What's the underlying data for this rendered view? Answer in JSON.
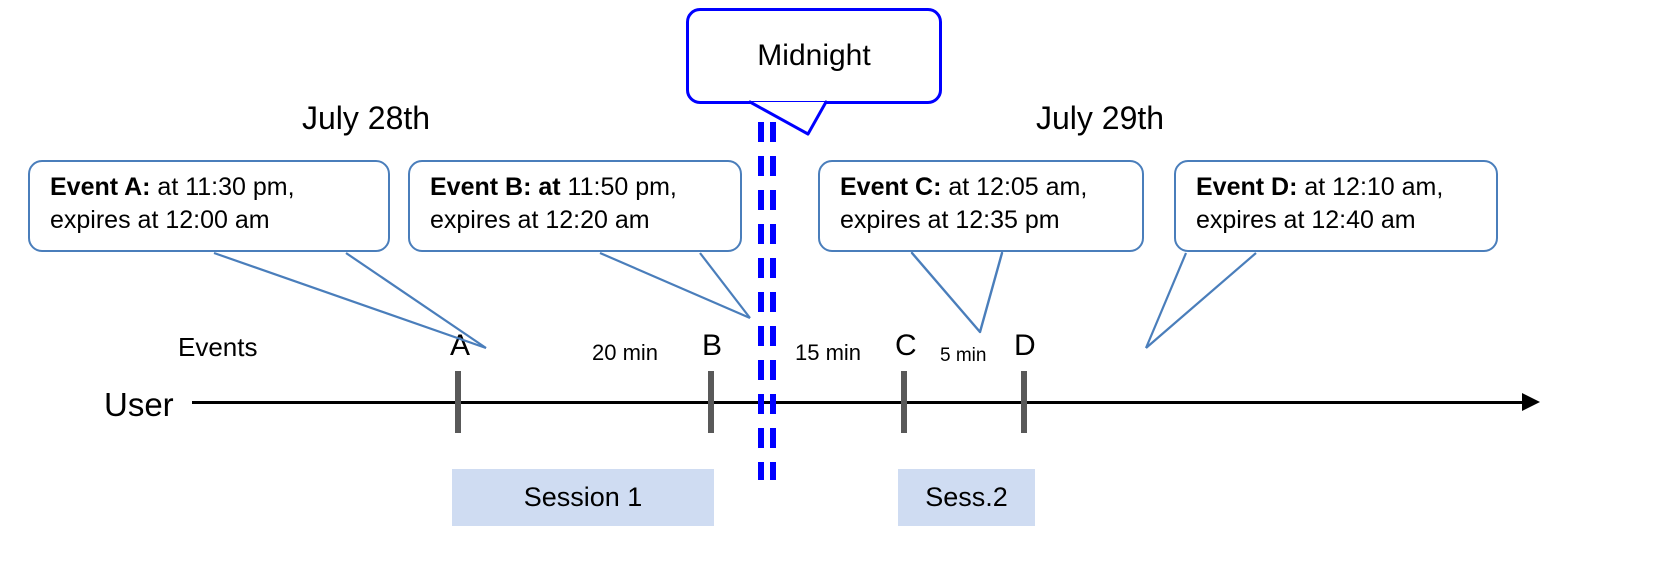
{
  "diagram": {
    "title": "Event expiry across midnight timeline",
    "colors": {
      "callout_border": "#4a7ebb",
      "midnight_border": "#0000ff",
      "midnight_dash": "#0000ff",
      "session_fill": "#cfdcf2",
      "tick": "#595959",
      "axis": "#000000",
      "leader_line": "#4a7ebb"
    }
  },
  "midnight": {
    "label": "Midnight"
  },
  "dates": [
    {
      "label": "July 28th"
    },
    {
      "label": "July 29th"
    }
  ],
  "rows": {
    "events_label": "Events",
    "user_label": "User"
  },
  "events": [
    {
      "marker": "A",
      "title": "Event A:",
      "title_bold_extra": "",
      "line1": " at 11:30 pm,",
      "line2": "expires at 12:00 am",
      "start_time": "11:30 pm",
      "expires_time": "12:00 am"
    },
    {
      "marker": "B",
      "title": "Event B:",
      "title_bold_extra": " at",
      "line1": " 11:50 pm,",
      "line2": "expires at 12:20 am",
      "start_time": "11:50 pm",
      "expires_time": "12:20 am"
    },
    {
      "marker": "C",
      "title": "Event C:",
      "title_bold_extra": "",
      "line1": " at 12:05 am,",
      "line2": "expires at 12:35 pm",
      "start_time": "12:05 am",
      "expires_time": "12:35 pm"
    },
    {
      "marker": "D",
      "title": "Event D:",
      "title_bold_extra": "",
      "line1": "  at 12:10 am,",
      "line2": "expires at 12:40 am",
      "start_time": "12:10 am",
      "expires_time": "12:40 am"
    }
  ],
  "gaps": [
    {
      "label": "20 min",
      "between": "A-B"
    },
    {
      "label": "15 min",
      "between": "B-midnight+C"
    },
    {
      "label": "5 min",
      "between": "C-D"
    }
  ],
  "sessions": [
    {
      "label": "Session 1"
    },
    {
      "label": "Sess.2"
    }
  ]
}
